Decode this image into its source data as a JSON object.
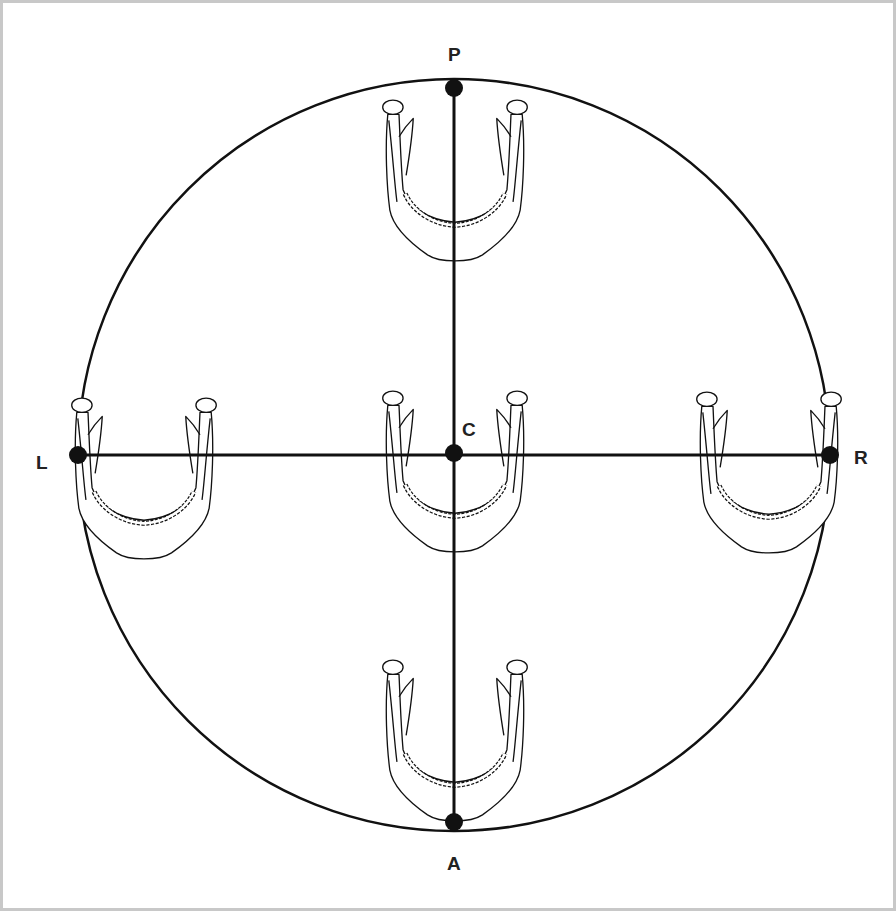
{
  "diagram": {
    "labels": [
      "P",
      "L",
      "C",
      "R",
      "A"
    ]
  }
}
